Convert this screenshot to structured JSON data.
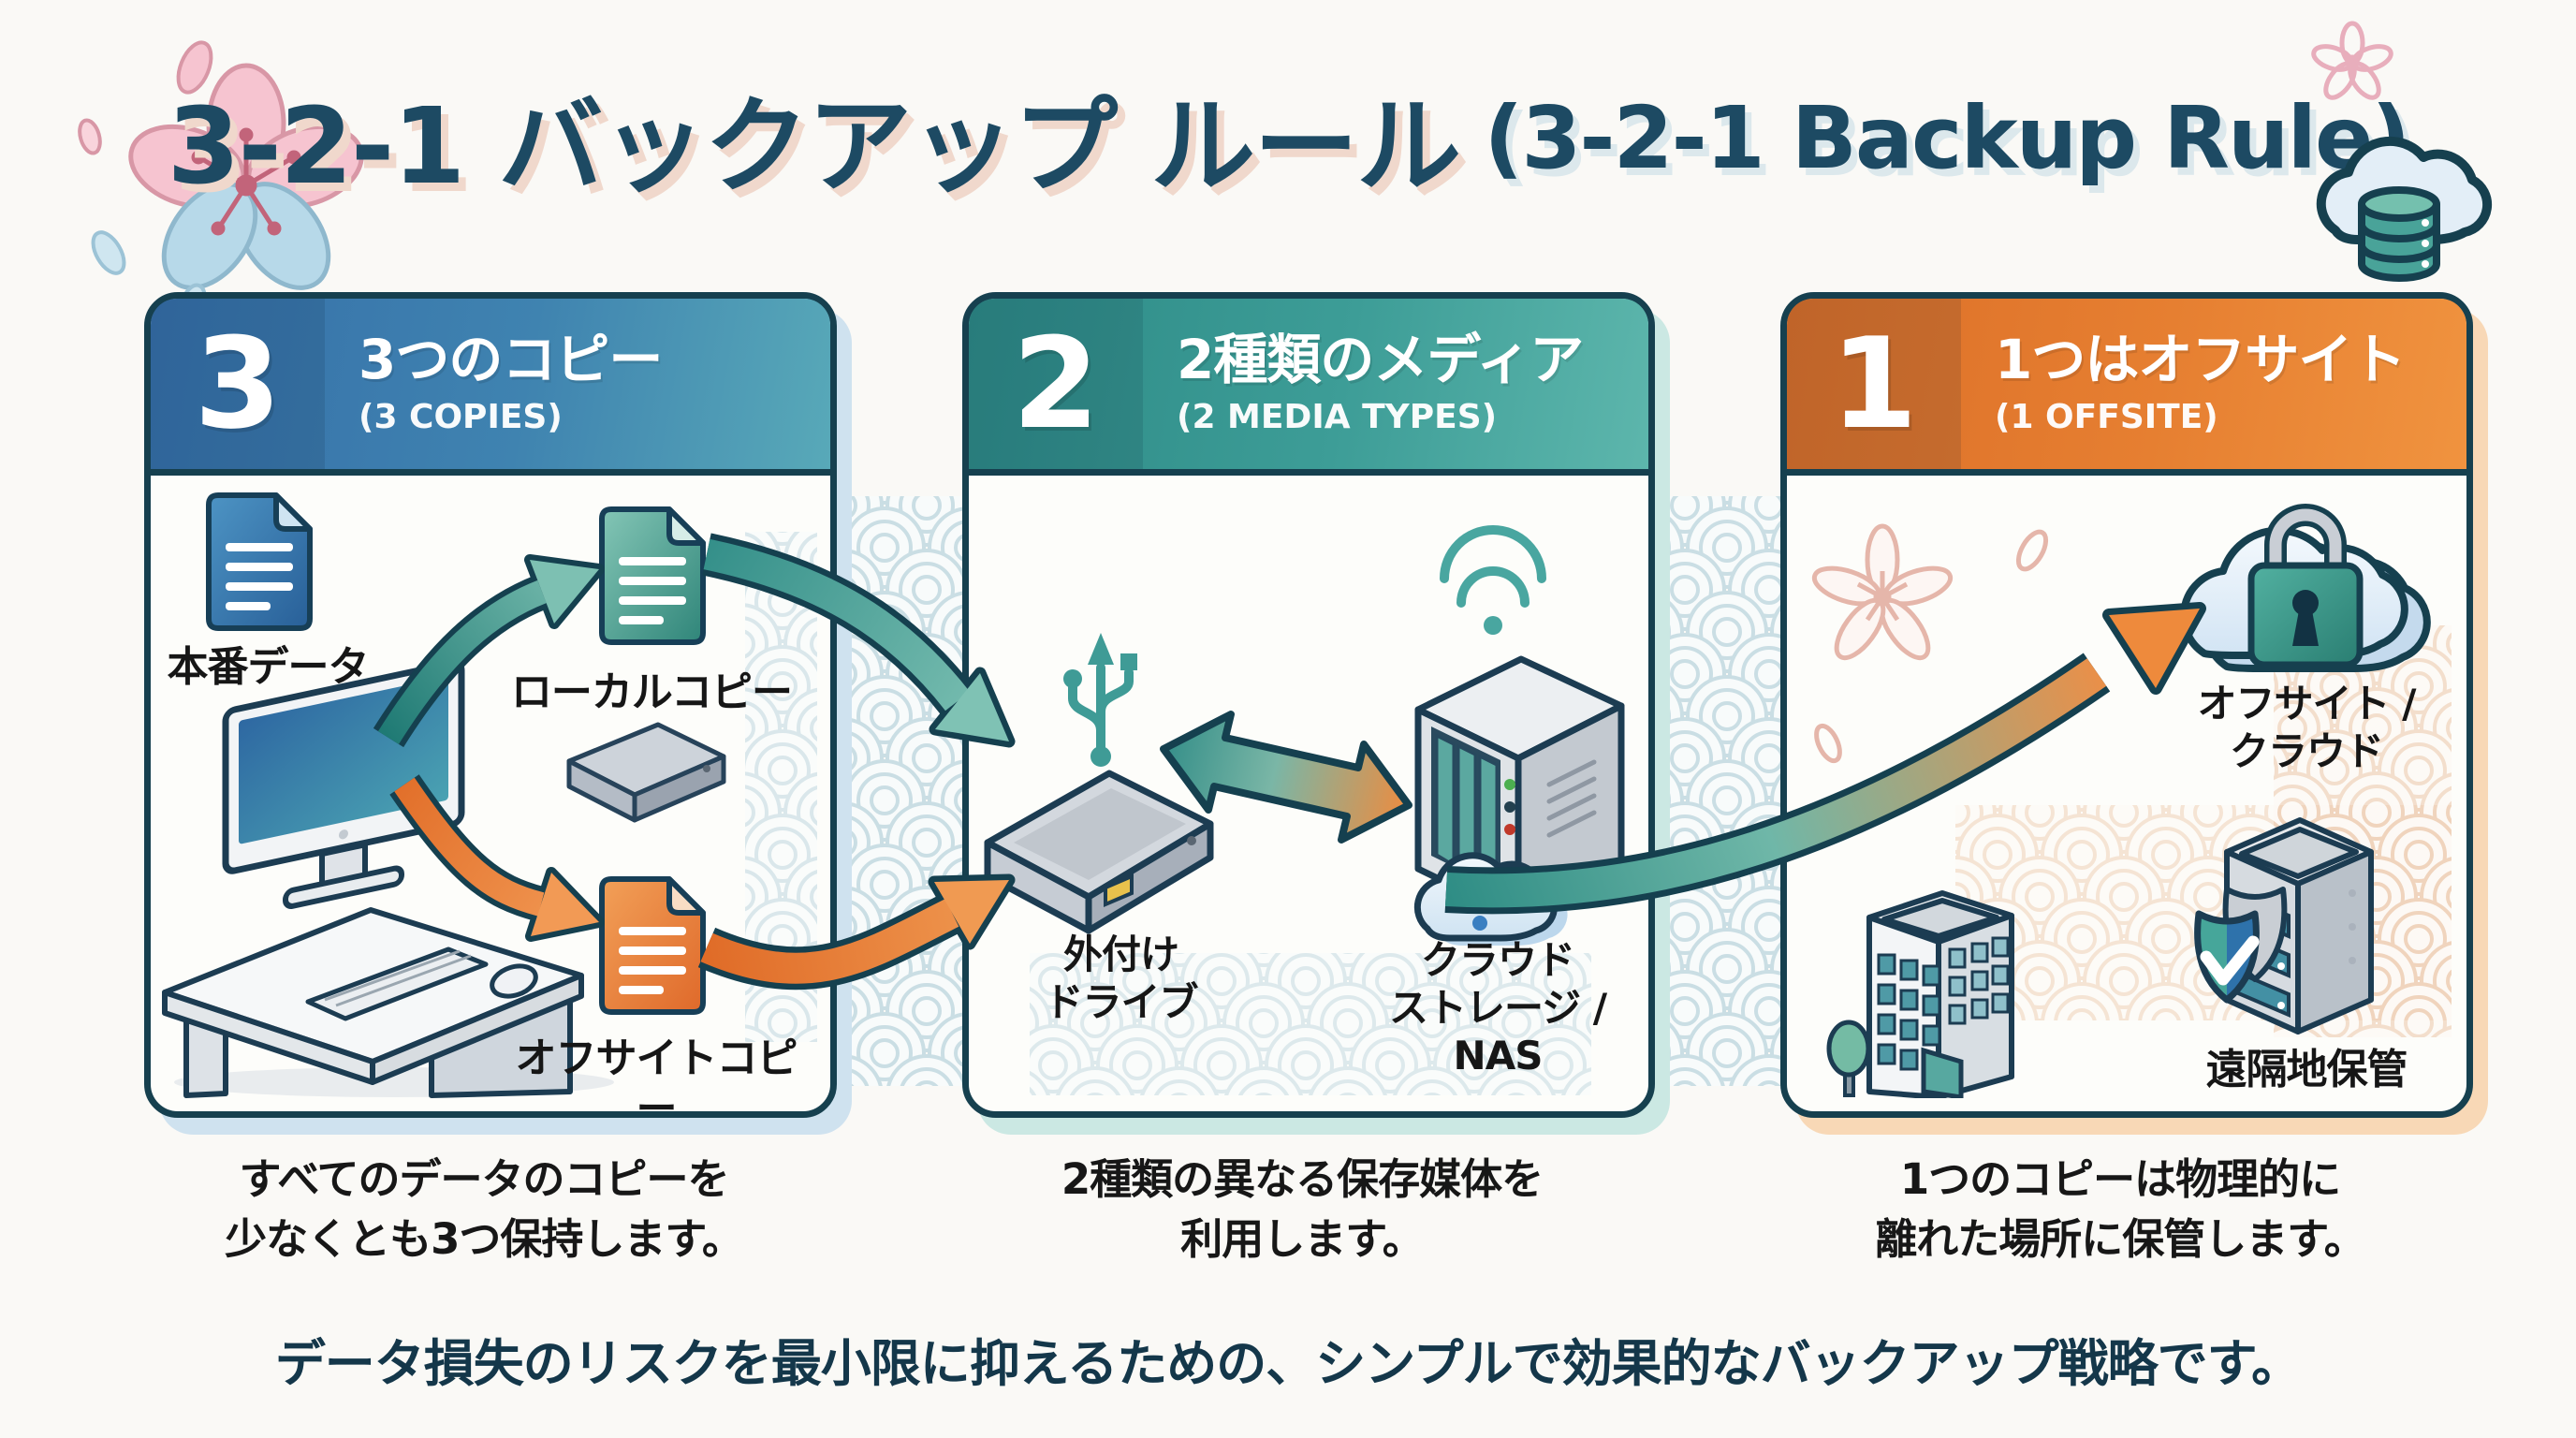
{
  "title": {
    "jp": "3-2-1 バックアップ ルール",
    "en": "(3-2-1 Backup Rule)"
  },
  "panels": [
    {
      "number": "3",
      "heading_jp": "3つのコピー",
      "heading_en": "(3 COPIES)",
      "labels": {
        "production_data": "本番データ",
        "local_copy": "ローカルコピー",
        "offsite_copy": "オフサイトコピー"
      },
      "caption_line1": "すべてのデータのコピーを",
      "caption_line2": "少なくとも3つ保持します。"
    },
    {
      "number": "2",
      "heading_jp": "2種類のメディア",
      "heading_en": "(2 MEDIA TYPES)",
      "labels": {
        "external_drive_line1": "外付け",
        "external_drive_line2": "ドライブ",
        "cloud_nas_line1": "クラウド",
        "cloud_nas_line2": "ストレージ / NAS"
      },
      "caption_line1": "2種類の異なる保存媒体を",
      "caption_line2": "利用します。"
    },
    {
      "number": "1",
      "heading_jp": "1つはオフサイト",
      "heading_en": "(1 OFFSITE)",
      "labels": {
        "offsite_cloud_line1": "オフサイト /",
        "offsite_cloud_line2": "クラウド",
        "remote_storage": "遠隔地保管"
      },
      "caption_line1": "1つのコピーは物理的に",
      "caption_line2": "離れた場所に保管します。"
    }
  ],
  "footer": "データ損失のリスクを最小限に抑えるための、シンプルで効果的なバックアップ戦略です。",
  "colors": {
    "outline": "#16404f",
    "title_text": "#1d4a63",
    "panel1_accent": "#3a77ad",
    "panel2_accent": "#379690",
    "panel3_accent": "#e2762d",
    "teal_arrow": "#2f8d85",
    "orange_arrow": "#e8823a",
    "caption_text": "#171717"
  },
  "icons": {
    "title_right": "cloud-database-icon",
    "decorations": [
      "sakura-flower",
      "sakura-petals",
      "seigaiha-wave-pattern"
    ],
    "panel1": [
      "document-icon",
      "desktop-computer-icon",
      "hard-drive-icon",
      "curved-arrow"
    ],
    "panel2": [
      "usb-icon",
      "external-drive-icon",
      "double-arrow-icon",
      "wifi-icon",
      "nas-server-icon",
      "cloud-wifi-icon"
    ],
    "panel3": [
      "cloud-lock-icon",
      "office-building-icon",
      "tree-icon",
      "server-shield-icon",
      "curved-arrow"
    ]
  }
}
